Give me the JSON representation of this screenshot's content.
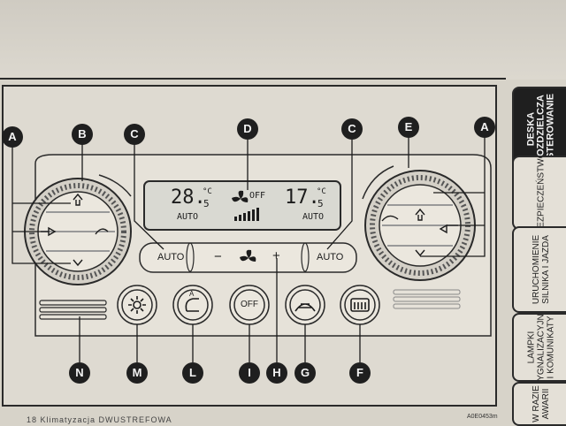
{
  "callouts": [
    "A",
    "B",
    "C",
    "D",
    "C",
    "E",
    "A",
    "N",
    "M",
    "L",
    "I",
    "H",
    "G",
    "F"
  ],
  "display": {
    "left_temp": "28.",
    "left_temp_decimal": "5",
    "unit": "°C",
    "fan_status": "OFF",
    "right_temp": "17.",
    "right_temp_decimal": "5",
    "left_mode": "AUTO",
    "right_mode": "AUTO"
  },
  "control_bar": {
    "left_auto": "AUTO",
    "minus": "−",
    "plus": "+",
    "right_auto": "AUTO"
  },
  "buttons": {
    "recirculation_letter": "A",
    "off": "OFF"
  },
  "tabs": [
    {
      "label": "DESKA\nROZDZIELCZA\nI STEROWANIE",
      "active": true
    },
    {
      "label": "BEZPIECZEŃSTWO",
      "active": false
    },
    {
      "label": "URUCHOMIENIE\nSILNIKA I JAZDA",
      "active": false
    },
    {
      "label": "LAMPKI\nSYGNALIZACYJNE\nI KOMUNIKATY",
      "active": false
    },
    {
      "label": "W RAZIE\nAWARII",
      "active": false
    }
  ],
  "image_ref": "A0E0453m",
  "footer_fragment": "18     Klimatyzacja DWUSTREFOWA"
}
